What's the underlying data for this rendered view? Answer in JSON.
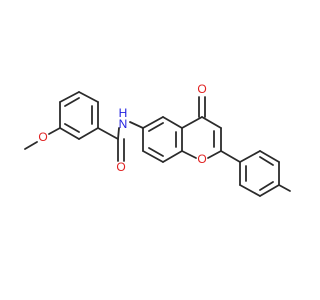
{
  "molecule": {
    "atoms": {
      "methoxy_oxygen": "O",
      "amide_oxygen": "O",
      "amide_nitrogen": "N",
      "amide_hydrogen": "H",
      "ketone_oxygen": "O",
      "ring_oxygen": "O"
    },
    "colors": {
      "bond": "#2b2b2b",
      "oxygen": "#e02020",
      "nitrogen": "#2020e0",
      "background": "#ffffff"
    }
  }
}
